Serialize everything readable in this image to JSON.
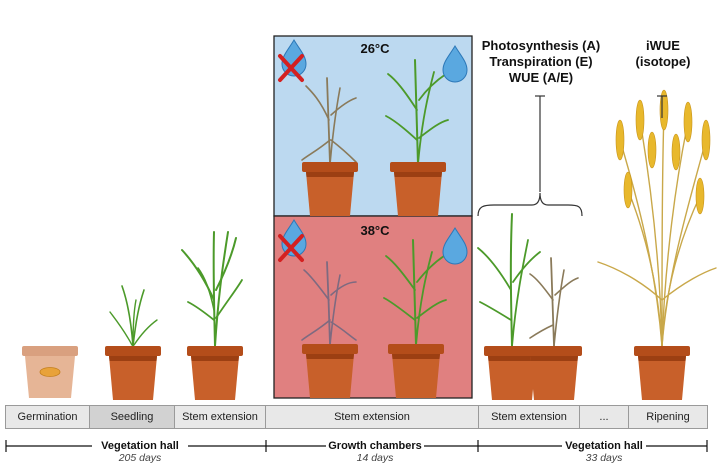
{
  "chambers": {
    "top_temp": "26°C",
    "bottom_temp": "38°C"
  },
  "measurements": {
    "gas_exchange": {
      "line1": "Photosynthesis (A)",
      "line2": "Transpiration (E)",
      "line3": "WUE (A/E)"
    },
    "isotope": {
      "line1": "iWUE",
      "line2": "(isotope)"
    }
  },
  "stages": [
    "Germination",
    "Seedling",
    "Stem extension",
    "Stem extension",
    "Stem extension",
    "...",
    "Ripening"
  ],
  "phases": [
    {
      "name": "Vegetation hall",
      "duration": "205 days"
    },
    {
      "name": "Growth chambers",
      "duration": "14 days"
    },
    {
      "name": "Vegetation hall",
      "duration": "33 days"
    }
  ],
  "icons": {
    "water_drop": "water-drop-icon",
    "no_water": "cross-icon",
    "seed": "seed-icon"
  },
  "colors": {
    "chamber_cool": "#bcd9f0",
    "chamber_hot": "#e08080",
    "pot": "#c2571e",
    "leaf_green": "#4c9a2a",
    "leaf_drought": "#8a7a5a",
    "wheat_gold": "#e8b82c"
  }
}
